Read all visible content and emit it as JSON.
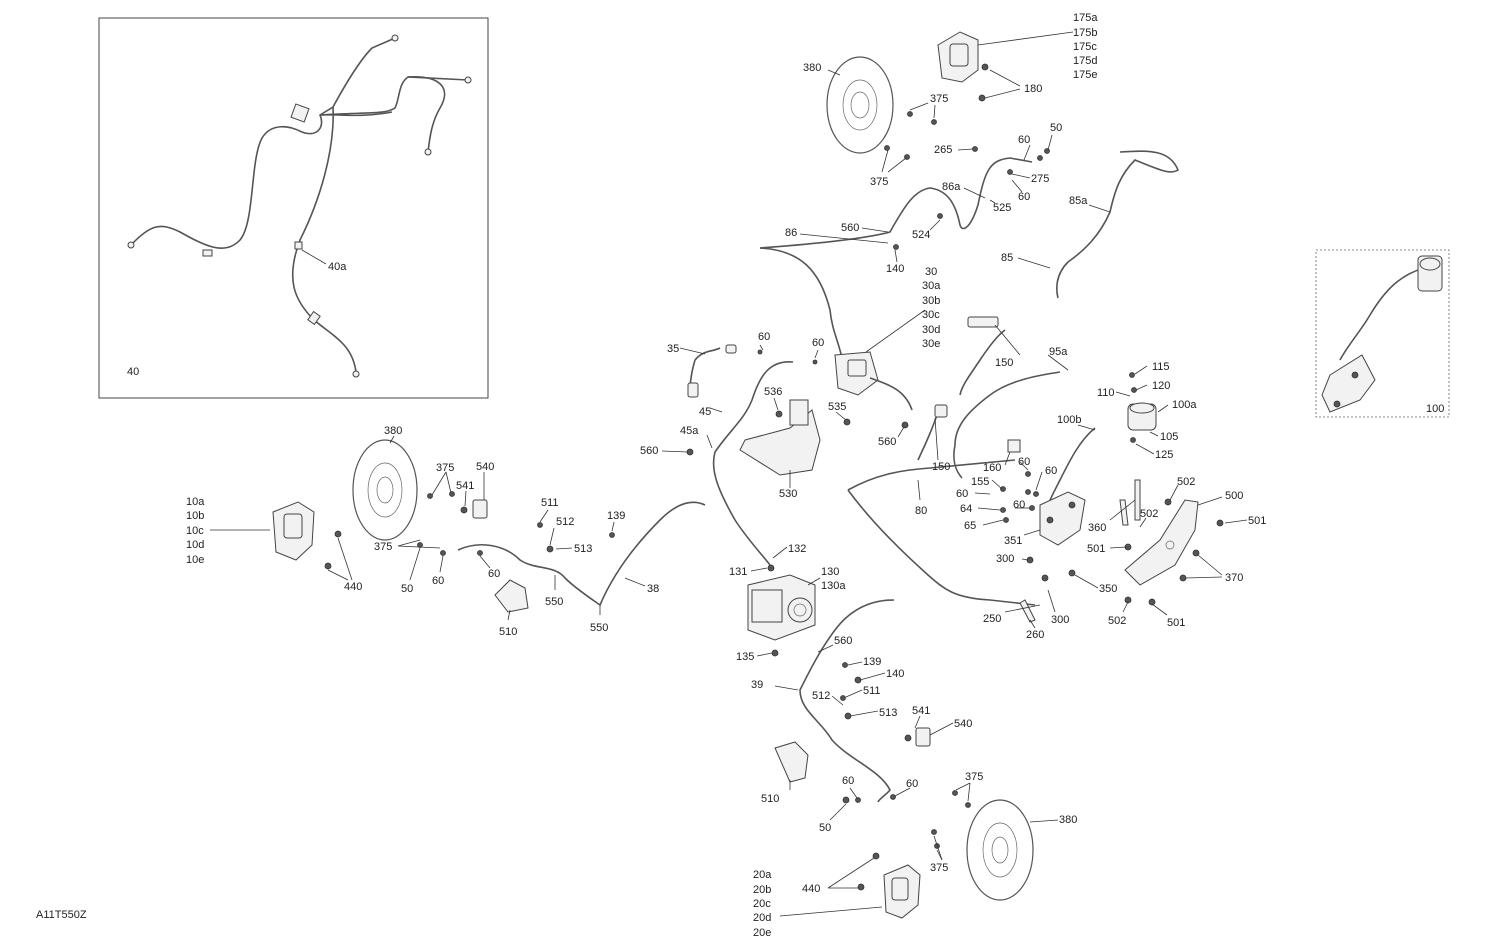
{
  "drawing_code": "A11T550Z",
  "inset_front": {
    "assembly": "40",
    "line": "40a"
  },
  "inset_master": "100",
  "callouts": {
    "front_left_caliper": [
      "10a",
      "10b",
      "10c",
      "10d",
      "10e"
    ],
    "rear_caliper": [
      "20a",
      "20b",
      "20c",
      "20d",
      "20e"
    ],
    "front_right_caliper": [
      "175a",
      "175b",
      "175c",
      "175d",
      "175e"
    ],
    "brake_pedal_group": [
      "30",
      "30a",
      "30b",
      "30c",
      "30d",
      "30e"
    ],
    "l_35": "35",
    "l_38": "38",
    "l_39": "39",
    "l_45": "45",
    "l_45a": "45a",
    "l_50a": "50",
    "l_50b": "50",
    "l_50c": "50",
    "l_60": "60",
    "l_64": "64",
    "l_65": "65",
    "l_80": "80",
    "l_85": "85",
    "l_85a": "85a",
    "l_86": "86",
    "l_86a": "86a",
    "l_95a": "95a",
    "l_100a": "100a",
    "l_100b": "100b",
    "l_105": "105",
    "l_110": "110",
    "l_115": "115",
    "l_120": "120",
    "l_125": "125",
    "l_130": "130",
    "l_130a": "130a",
    "l_131": "131",
    "l_132": "132",
    "l_135": "135",
    "l_139": "139",
    "l_140": "140",
    "l_150": "150",
    "l_155": "155",
    "l_160": "160",
    "l_180": "180",
    "l_250": "250",
    "l_260": "260",
    "l_265": "265",
    "l_275": "275",
    "l_300": "300",
    "l_350": "350",
    "l_351": "351",
    "l_360": "360",
    "l_370": "370",
    "l_375": "375",
    "l_380": "380",
    "l_440": "440",
    "l_500": "500",
    "l_501": "501",
    "l_502": "502",
    "l_510": "510",
    "l_511": "511",
    "l_512": "512",
    "l_513": "513",
    "l_524": "524",
    "l_525": "525",
    "l_530": "530",
    "l_535": "535",
    "l_536": "536",
    "l_540": "540",
    "l_541": "541",
    "l_550": "550",
    "l_560": "560"
  }
}
